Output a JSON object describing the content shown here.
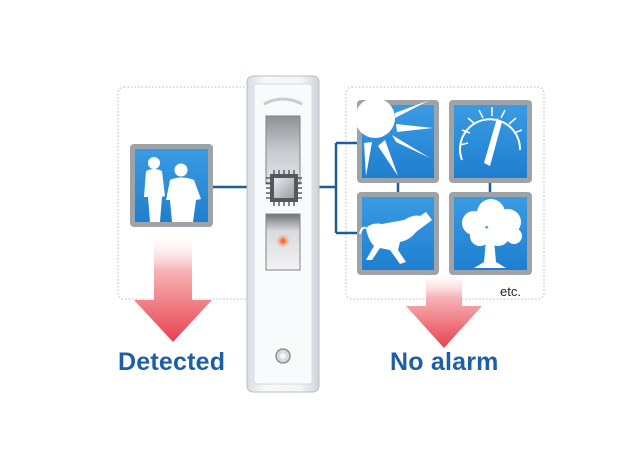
{
  "left_result_label": "Detected",
  "right_result_label": "No alarm",
  "etc_label": "etc.",
  "colors": {
    "tile_blue": "#2f8fd8",
    "label_blue": "#1c5fa6",
    "connector_blue": "#1f5c9c",
    "arrow_red": "#e8505a",
    "panel_border": "#b8b8b8",
    "sensor_body": "#eef1f4"
  },
  "icons": {
    "humans": "people-silhouette-icon",
    "sun": "sun-icon",
    "heat_gauge": "heat-gauge-icon",
    "dog": "running-dog-icon",
    "tree": "tree-icon",
    "chip": "microchip-icon"
  }
}
